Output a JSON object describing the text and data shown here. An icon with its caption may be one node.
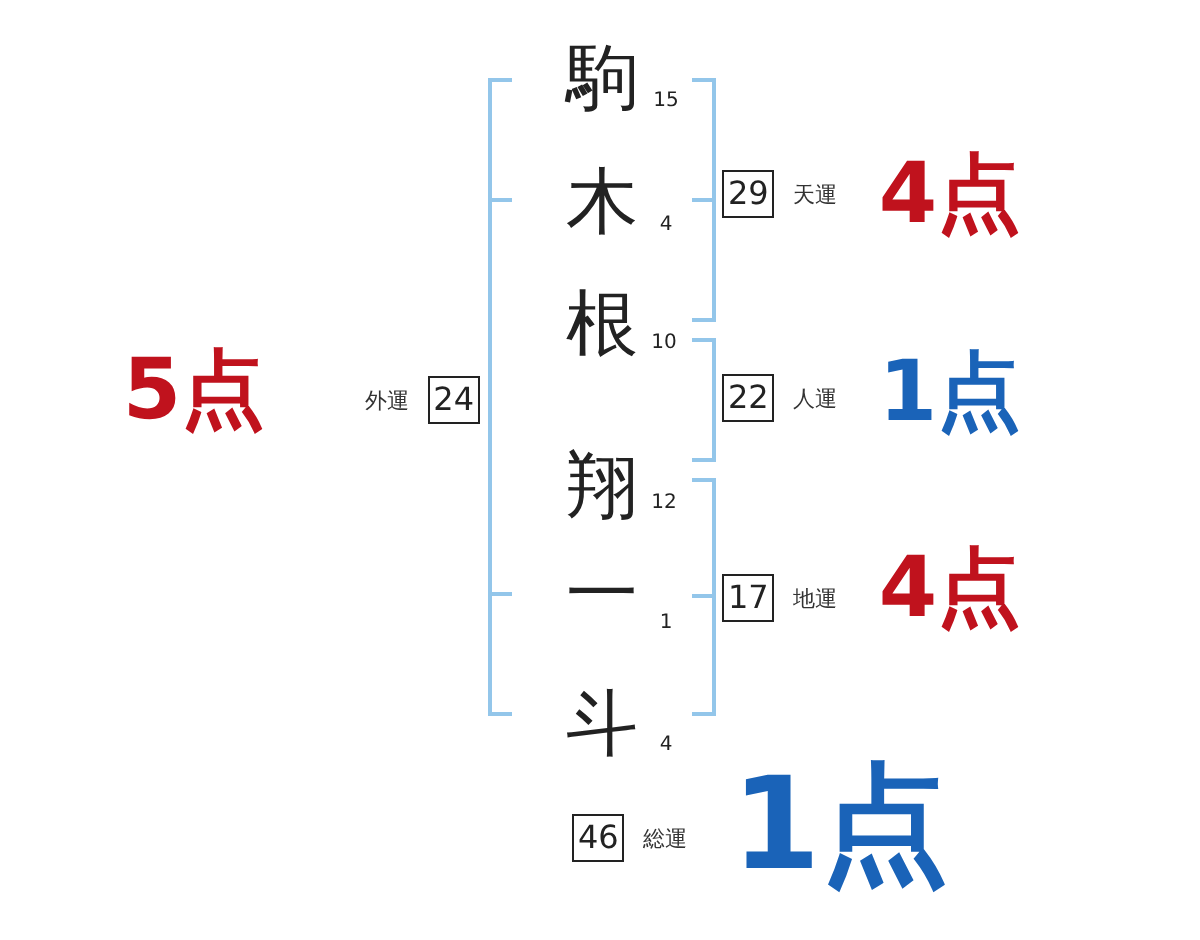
{
  "diagram": {
    "nodes": [
      {
        "text": [
          "29"
        ],
        "beside": [
          "天運"
        ]
      },
      {
        "text": [
          "24"
        ],
        "beside": [
          "外運"
        ]
      },
      {
        "text": [
          "22"
        ],
        "beside": [
          "人運"
        ]
      },
      {
        "text": [
          "17"
        ],
        "beside": [
          "地運"
        ]
      },
      {
        "text": [
          "46"
        ],
        "beside": [
          "総運"
        ]
      }
    ],
    "labels": [
      "駒",
      "15",
      "木",
      "4",
      "根",
      "10",
      "翔",
      "12",
      "一",
      "1",
      "斗",
      "4",
      "4点",
      "1点",
      "4点",
      "5点",
      "1点"
    ]
  }
}
